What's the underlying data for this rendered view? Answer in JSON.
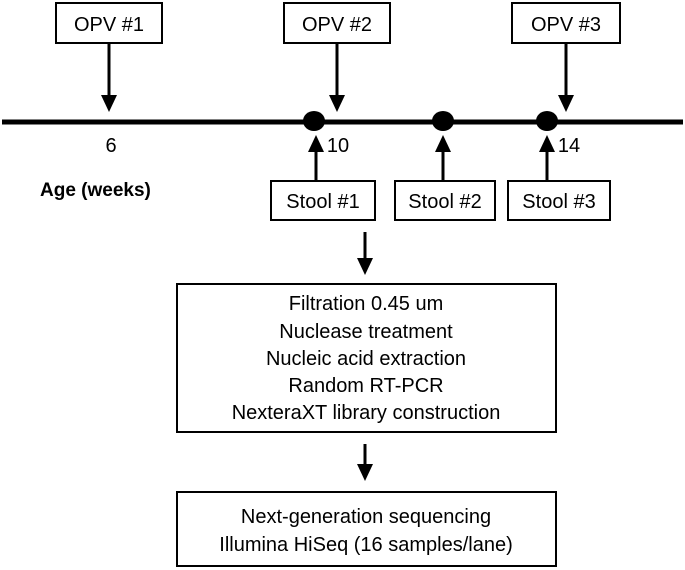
{
  "opv_doses": [
    "OPV #1",
    "OPV #2",
    "OPV #3"
  ],
  "stool_samples": [
    "Stool #1",
    "Stool #2",
    "Stool #3"
  ],
  "age_ticks": [
    "6",
    "10",
    "14"
  ],
  "axis_label": "Age (weeks)",
  "processing_steps": [
    "Filtration 0.45 um",
    "Nuclease treatment",
    "Nucleic acid extraction",
    "Random RT-PCR",
    "NexteraXT library construction"
  ],
  "sequencing_steps": [
    "Next-generation sequencing",
    "Illumina HiSeq (16 samples/lane)"
  ],
  "colors": {
    "ink": "#000000",
    "background": "#ffffff"
  }
}
